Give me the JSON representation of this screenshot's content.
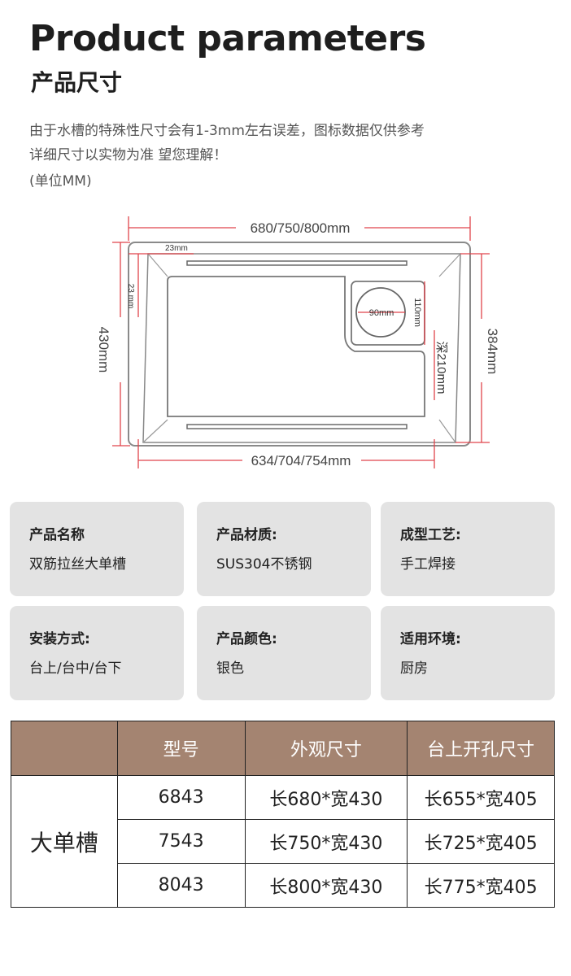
{
  "header": {
    "title_en": "Product parameters",
    "title_cn": "产品尺寸",
    "note_line1": "由于水槽的特殊性尺寸会有1-3mm左右误差，图标数据仅供参考",
    "note_line2": "详细尺寸以实物为准 望您理解！",
    "unit": "(单位MM)"
  },
  "diagram": {
    "top_width": "680/750/800mm",
    "bottom_width": "634/704/754mm",
    "left_height": "430mm",
    "right_height": "384mm",
    "rim_horizontal": "23mm",
    "rim_vertical": "23 mm",
    "drain_diameter": "90mm",
    "drain_box": "110mm",
    "depth": "深210mm",
    "dim_color": "#e0444c"
  },
  "specs": [
    {
      "label": "产品名称",
      "value": "双筋拉丝大单槽"
    },
    {
      "label": "产品材质:",
      "value": "SUS304不锈钢"
    },
    {
      "label": "成型工艺:",
      "value": "手工焊接"
    },
    {
      "label": "安装方式:",
      "value": "台上/台中/台下"
    },
    {
      "label": "产品颜色:",
      "value": "银色"
    },
    {
      "label": "适用环境:",
      "value": "厨房"
    }
  ],
  "table": {
    "header_color": "#a48471",
    "headers": [
      "",
      "型号",
      "外观尺寸",
      "台上开孔尺寸"
    ],
    "group": "大单槽",
    "rows": [
      [
        "6843",
        "长680*宽430",
        "长655*宽405"
      ],
      [
        "7543",
        "长750*宽430",
        "长725*宽405"
      ],
      [
        "8043",
        "长800*宽430",
        "长775*宽405"
      ]
    ]
  }
}
